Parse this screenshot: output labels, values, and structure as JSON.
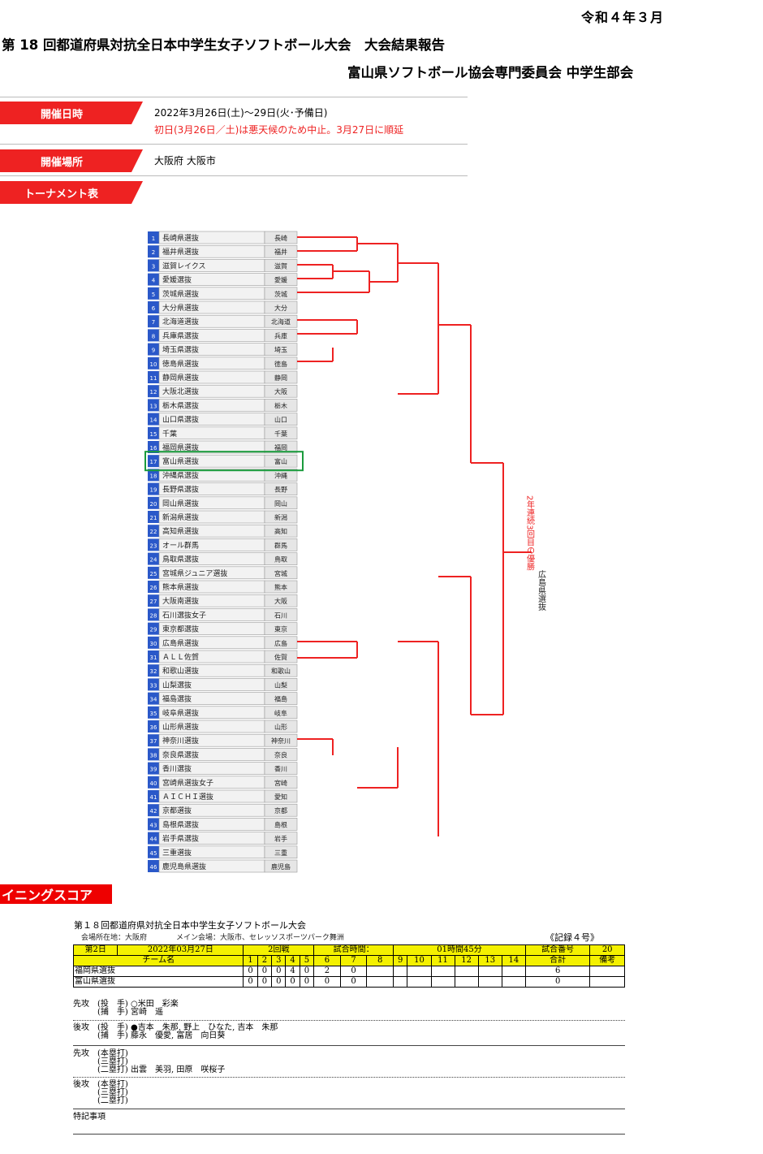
{
  "header": {
    "date": "令和４年３月",
    "title": "第 18 回都道府県対抗全日本中学生女子ソフトボール大会　大会結果報告",
    "org": "富山県ソフトボール協会専門委員会 中学生部会"
  },
  "info": {
    "date_label": "開催日時",
    "date_line1": "2022年3月26日(土)～29日(火･予備日)",
    "date_line2": "初日(3月26日／土)は悪天候のため中止。3月27日に順延",
    "venue_label": "開催場所",
    "venue": "大阪府 大阪市",
    "bracket_label": "トーナメント表"
  },
  "bracket": {
    "teams": [
      {
        "no": "1",
        "name": "長崎県選抜",
        "pref": "長崎"
      },
      {
        "no": "2",
        "name": "福井県選抜",
        "pref": "福井"
      },
      {
        "no": "3",
        "name": "滋賀レイクス",
        "pref": "滋賀"
      },
      {
        "no": "4",
        "name": "愛媛選抜",
        "pref": "愛媛"
      },
      {
        "no": "5",
        "name": "茨城県選抜",
        "pref": "茨城"
      },
      {
        "no": "6",
        "name": "大分県選抜",
        "pref": "大分"
      },
      {
        "no": "7",
        "name": "北海道選抜",
        "pref": "北海道"
      },
      {
        "no": "8",
        "name": "兵庫県選抜",
        "pref": "兵庫"
      },
      {
        "no": "9",
        "name": "埼玉県選抜",
        "pref": "埼玉"
      },
      {
        "no": "10",
        "name": "徳島県選抜",
        "pref": "徳島"
      },
      {
        "no": "11",
        "name": "静岡県選抜",
        "pref": "静岡"
      },
      {
        "no": "12",
        "name": "大阪北選抜",
        "pref": "大阪"
      },
      {
        "no": "13",
        "name": "栃木県選抜",
        "pref": "栃木"
      },
      {
        "no": "14",
        "name": "山口県選抜",
        "pref": "山口"
      },
      {
        "no": "15",
        "name": "千葉",
        "pref": "千葉"
      },
      {
        "no": "16",
        "name": "福岡県選抜",
        "pref": "福岡"
      },
      {
        "no": "17",
        "name": "富山県選抜",
        "pref": "富山"
      },
      {
        "no": "18",
        "name": "沖縄県選抜",
        "pref": "沖縄"
      },
      {
        "no": "19",
        "name": "長野県選抜",
        "pref": "長野"
      },
      {
        "no": "20",
        "name": "岡山県選抜",
        "pref": "岡山"
      },
      {
        "no": "21",
        "name": "新潟県選抜",
        "pref": "新潟"
      },
      {
        "no": "22",
        "name": "高知県選抜",
        "pref": "高知"
      },
      {
        "no": "23",
        "name": "オール群馬",
        "pref": "群馬"
      },
      {
        "no": "24",
        "name": "鳥取県選抜",
        "pref": "鳥取"
      },
      {
        "no": "25",
        "name": "宮城県ジュニア選抜",
        "pref": "宮城"
      },
      {
        "no": "26",
        "name": "熊本県選抜",
        "pref": "熊本"
      },
      {
        "no": "27",
        "name": "大阪南選抜",
        "pref": "大阪"
      },
      {
        "no": "28",
        "name": "石川選抜女子",
        "pref": "石川"
      },
      {
        "no": "29",
        "name": "東京都選抜",
        "pref": "東京"
      },
      {
        "no": "30",
        "name": "広島県選抜",
        "pref": "広島"
      },
      {
        "no": "31",
        "name": "ＡＬＬ佐賀",
        "pref": "佐賀"
      },
      {
        "no": "32",
        "name": "和歌山選抜",
        "pref": "和歌山"
      },
      {
        "no": "33",
        "name": "山梨選抜",
        "pref": "山梨"
      },
      {
        "no": "34",
        "name": "福島選抜",
        "pref": "福島"
      },
      {
        "no": "35",
        "name": "岐阜県選抜",
        "pref": "岐阜"
      },
      {
        "no": "36",
        "name": "山形県選抜",
        "pref": "山形"
      },
      {
        "no": "37",
        "name": "神奈川選抜",
        "pref": "神奈川"
      },
      {
        "no": "38",
        "name": "奈良県選抜",
        "pref": "奈良"
      },
      {
        "no": "39",
        "name": "香川選抜",
        "pref": "香川"
      },
      {
        "no": "40",
        "name": "宮崎県選抜女子",
        "pref": "宮崎"
      },
      {
        "no": "41",
        "name": "ＡＩＣＨＩ選抜",
        "pref": "愛知"
      },
      {
        "no": "42",
        "name": "京都選抜",
        "pref": "京都"
      },
      {
        "no": "43",
        "name": "島根県選抜",
        "pref": "島根"
      },
      {
        "no": "44",
        "name": "岩手県選抜",
        "pref": "岩手"
      },
      {
        "no": "45",
        "name": "三重選抜",
        "pref": "三重"
      },
      {
        "no": "46",
        "name": "鹿児島県選抜",
        "pref": "鹿児島"
      }
    ],
    "champion_note": "2年連続3回目の優勝",
    "champion": "広島県選抜"
  },
  "inning": {
    "label": "イニングスコア",
    "title": "第１８回都道府県対抗全日本中学生女子ソフトボール大会",
    "venue_line": "会場所在地：大阪府　　　　メイン会場：大阪市、セレッソスポーツパーク舞洲",
    "record": "《記録４号》",
    "day": "第2日",
    "date": "2022年03月27日",
    "round": "2回戦",
    "time_label": "試合時間：",
    "time": "01時間45分",
    "game_no_label": "試合番号",
    "game_no": "20",
    "team_header": "チーム名",
    "innings": [
      "1",
      "2",
      "3",
      "4",
      "5",
      "6",
      "7",
      "8",
      "9",
      "10",
      "11",
      "12",
      "13",
      "14"
    ],
    "total_label": "合計",
    "remarks_label": "備考",
    "rows": [
      {
        "team": "福岡県選抜",
        "scores": [
          "0",
          "0",
          "0",
          "4",
          "0",
          "2",
          "0",
          "",
          "",
          "",
          "",
          "",
          "",
          ""
        ],
        "total": "6"
      },
      {
        "team": "富山県選抜",
        "scores": [
          "0",
          "0",
          "0",
          "0",
          "0",
          "0",
          "0",
          "",
          "",
          "",
          "",
          "",
          "",
          ""
        ],
        "total": "0"
      }
    ],
    "players": [
      "先攻　(投　手) ○米田　彩楽\n　　　(捕　手) 宮崎　遥",
      "後攻　(投　手) ●吉本　朱那, 野上　ひなた, 吉本　朱那\n　　　(捕　手) 藤永　優愛, 富居　向日葵"
    ],
    "hits": [
      "先攻　(本塁打)\n　　　(三塁打)\n　　　(二塁打) 出雲　美羽, 田原　咲桜子",
      "後攻　(本塁打)\n　　　(三塁打)\n　　　(二塁打)"
    ],
    "notes_label": "特記事項"
  }
}
